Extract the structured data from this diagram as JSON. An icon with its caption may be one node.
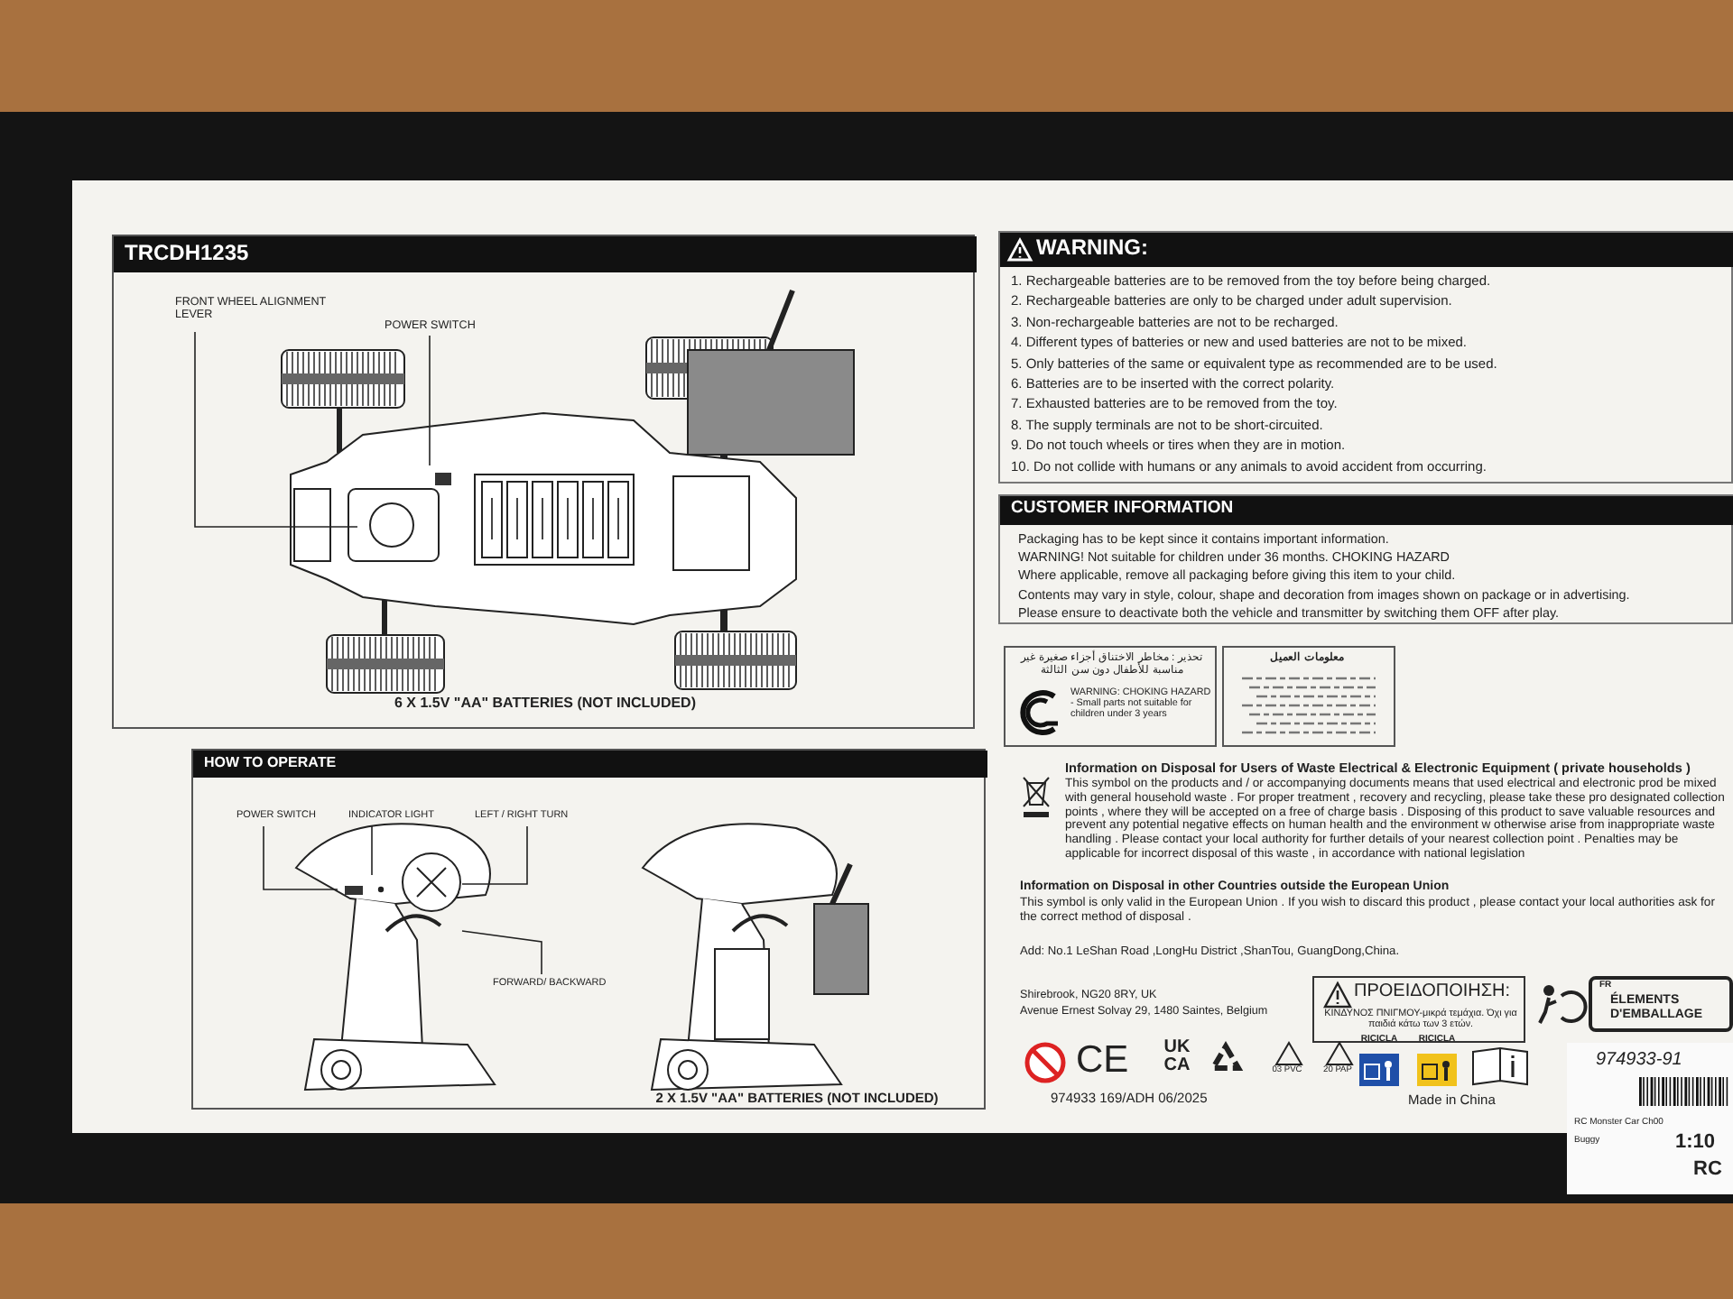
{
  "diagram": {
    "nodes": [
      {
        "text": [
          "TRCDH1235",
          "6 X 1.5V \"AA\" BATTERIES (NOT INCLUDED)"
        ]
      },
      {
        "text": [
          "FRONT WHEEL ALIGNMENT LEVER"
        ],
        "in": 0
      },
      {
        "text": [
          "POWER SWITCH"
        ],
        "in": 0
      },
      {
        "text": [
          "HOW TO OPERATE",
          "2 X 1.5V \"AA\" BATTERIES (NOT INCLUDED)"
        ]
      },
      {
        "text": [
          "POWER SWITCH"
        ],
        "in": 3
      },
      {
        "text": [
          "INDICATOR LIGHT"
        ],
        "in": 3
      },
      {
        "text": [
          "LEFT / RIGHT TURN"
        ],
        "in": 3
      },
      {
        "text": [
          "FORWARD/ BACKWARD"
        ],
        "in": 3
      },
      {
        "text": [
          "WARNING:",
          "1. Rechargeable batteries are to be removed from the toy before being charged.",
          "2. Rechargeable batteries are only to be charged under adult supervision.",
          "3. Non-rechargeable batteries are not to be recharged.",
          "4. Different types of batteries or new and used batteries are not to be mixed.",
          "5. Only batteries of the same or equivalent type as recommended are to be used.",
          "6. Batteries are to be inserted with the correct polarity.",
          "7. Exhausted batteries are to be removed from the toy.",
          "8. The supply terminals are not to be short-circuited.",
          "9. Do not touch wheels or tires when they are in motion.",
          "10. Do not collide with humans or any animals  to avoid accident from occurring."
        ]
      },
      {
        "text": [
          "CUSTOMER INFORMATION",
          "Packaging has to be kept since it contains important information.",
          "WARNING! Not suitable for children under 36 months. CHOKING HAZARD",
          "Where applicable, remove all packaging before giving this item to your child.",
          "Contents may vary in style, colour, shape and decoration from images shown on package or in advertising.",
          "Please ensure to deactivate both the vehicle and transmitter by switching them OFF after play."
        ]
      },
      {
        "text": [
          "تحذير : مخاطر الاختناق أجزاء صغيرة غير مناسبة للأطفال دون سن الثالثة",
          "WARNING: CHOKING HAZARD - Small parts not suitable for children under 3 years"
        ]
      },
      {
        "text": [
          "معلومات العميل"
        ]
      },
      {
        "text": [
          "ΠΡΟΕΙΔΟΠΟΙΗΣΗ:",
          "ΚΙΝΔΥΝΟΣ ΠΝΙΓΜΟΥ-μικρά τεμάχια. Όχι για παιδιά κάτω των 3 ετών."
        ]
      },
      {
        "text": [
          "FR",
          "ÉLEMENTS D'EMBALLAGE"
        ]
      },
      {
        "text": [
          "974933-91",
          "RC Monster Car Ch00",
          "Buggy",
          "1:10",
          "RC"
        ]
      }
    ],
    "edges": [
      {
        "from": 1,
        "to": null,
        "arrow": "none"
      },
      {
        "from": 2,
        "to": null,
        "arrow": "none"
      },
      {
        "from": 4,
        "to": null,
        "arrow": "none"
      },
      {
        "from": 5,
        "to": null,
        "arrow": "none"
      },
      {
        "from": 6,
        "to": null,
        "arrow": "none"
      },
      {
        "from": 7,
        "to": null,
        "arrow": "none"
      }
    ],
    "labels": [
      "Information on Disposal for Users of Waste Electrical & Electronic Equipment ( private households )",
      "This symbol on the products and / or accompanying documents means that used electrical and electronic prod be mixed with general household waste . For proper treatment , recovery and recycling, please take these pro designated collection points , where they will be accepted on a free of charge basis . Disposing of this product to save valuable resources and prevent any potential negative effects on human health and the environment w otherwise arise from inappropriate waste handling . Please contact your local authority for further details of your nearest collection point . Penalties may be applicable for incorrect disposal of this waste , in accordance with national legislation",
      "Information on Disposal in other Countries outside the European Union",
      "This symbol is only valid in the European Union . If you wish to discard this product , please contact your local authorities ask for the correct method of disposal .",
      "Add: No.1 LeShan Road ,LongHu District ,ShanTou, GuangDong,China.",
      "Shirebrook, NG20 8RY, UK",
      "Avenue Ernest Solvay 29, 1480 Saintes, Belgium",
      "CE",
      "UK CA",
      "03 PVC",
      "20 PAP",
      "RICICLA",
      "RICICLA",
      "974933 169/ADH 06/2025",
      "Made in China"
    ]
  }
}
